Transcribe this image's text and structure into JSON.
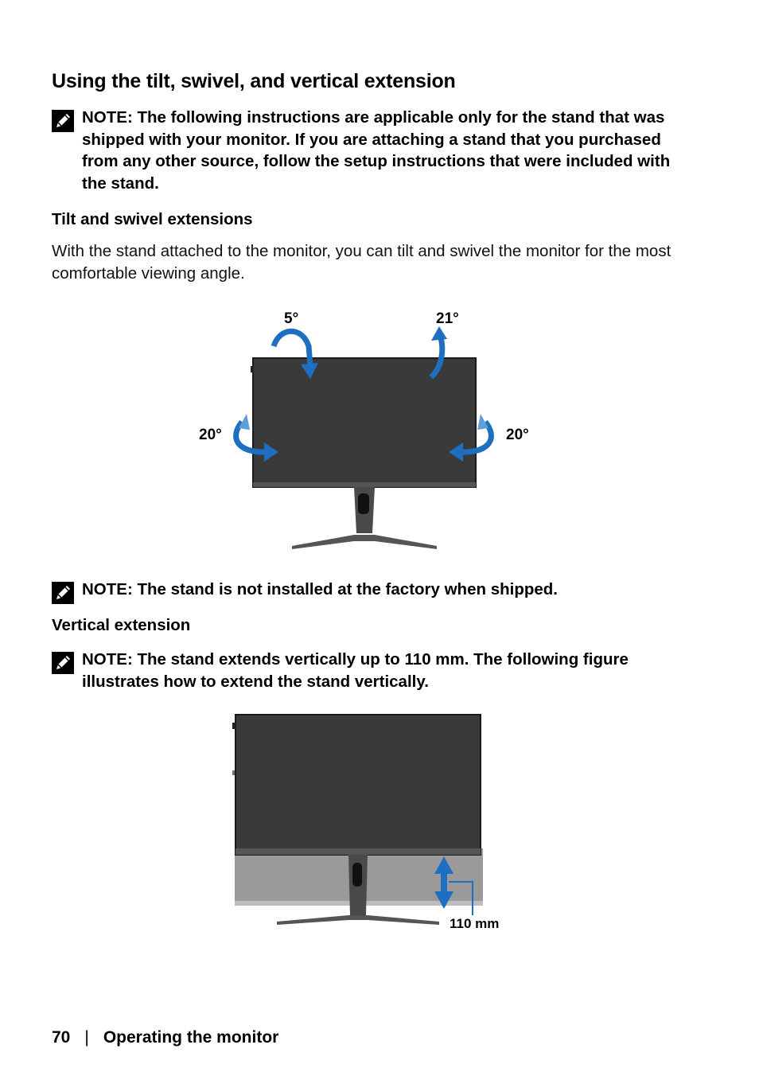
{
  "section_title": "Using the tilt, swivel, and vertical extension",
  "note_stand_source": "NOTE: The following instructions are applicable only for the stand that was shipped with your monitor. If you are attaching a stand that you purchased from any other source, follow the setup instructions that were included with the stand.",
  "tilt_swivel": {
    "heading": "Tilt and swivel extensions",
    "body": "With the stand attached to the monitor, you can tilt and swivel the monitor for the most comfortable viewing angle.",
    "labels": {
      "tilt_forward": "5°",
      "tilt_back": "21°",
      "swivel_left": "20°",
      "swivel_right": "20°"
    }
  },
  "note_not_installed": "NOTE: The stand is not installed at the factory when shipped.",
  "vertical": {
    "heading": "Vertical extension",
    "note": "NOTE: The stand extends vertically up to 110 mm. The following figure illustrates how to extend the stand vertically.",
    "label": "110 mm"
  },
  "footer": {
    "page_number": "70",
    "separator": "|",
    "chapter": "Operating the monitor"
  },
  "colors": {
    "arrow_blue": "#1f6fc0",
    "monitor_dark": "#3a3a3a"
  },
  "icons": {
    "note": "pencil-note-icon"
  }
}
